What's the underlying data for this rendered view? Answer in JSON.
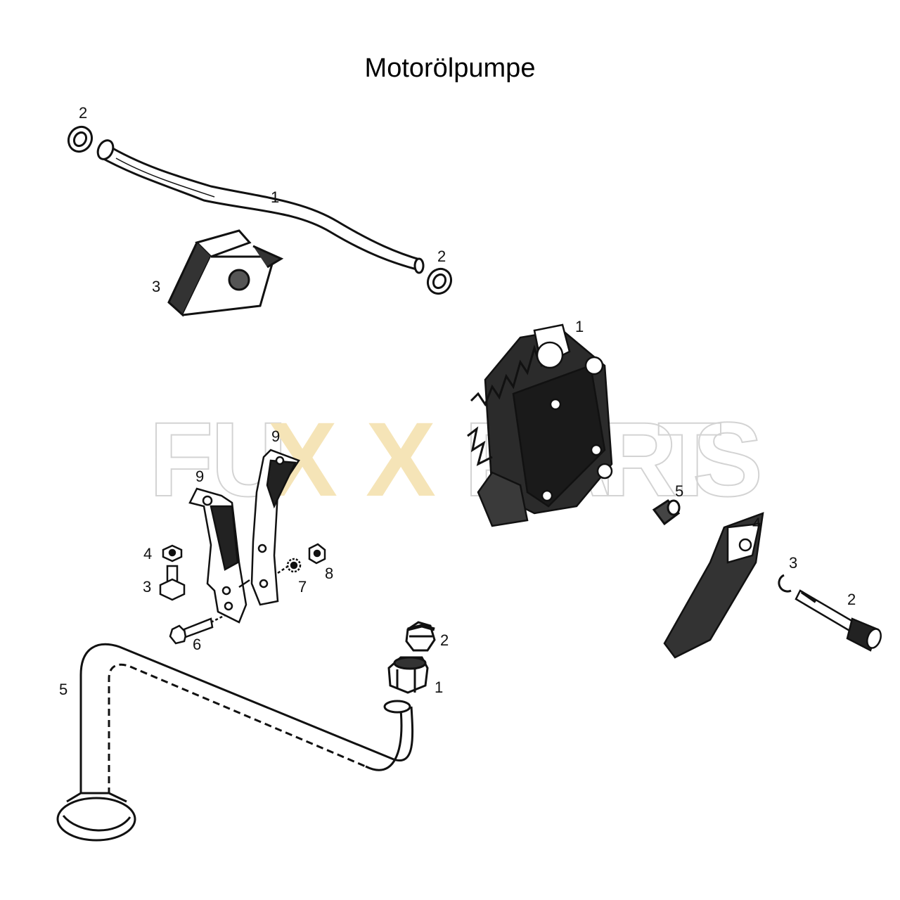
{
  "title": "Motorölpumpe",
  "watermark": {
    "letters": [
      "F",
      "U",
      "X",
      "X",
      "P",
      "A",
      "R",
      "T",
      "S"
    ],
    "accent_color": "#f5e2b0",
    "outline_color": "#c8c8c8"
  },
  "callouts": {
    "pipe_group": {
      "ring_left": "2",
      "pipe": "1",
      "ring_right": "2",
      "bracket": "3"
    },
    "pump_group": {
      "pump": "1",
      "washer": "5",
      "clip": "4",
      "circlip": "3",
      "bolt": "2"
    },
    "bracket_group": {
      "strap_left": "9",
      "strap_right": "9",
      "nut_top": "4",
      "screw": "3",
      "lockwasher": "7",
      "nut": "8",
      "bolt": "6"
    },
    "pickup_group": {
      "cap": "2",
      "union_nut": "1",
      "suction_pipe": "5"
    }
  }
}
